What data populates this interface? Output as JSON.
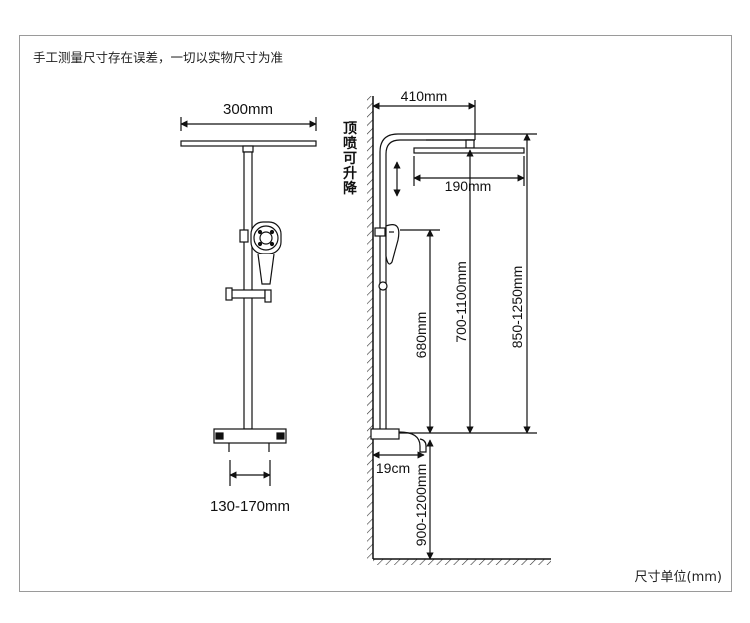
{
  "note": "手工测量尺寸存在误差，一切以实物尺寸为准",
  "unit_label": "尺寸单位(mm)",
  "front": {
    "top_width": "300mm",
    "bottom_width": "130-170mm"
  },
  "side": {
    "vertical_label": [
      "顶",
      "喷",
      "可",
      "升",
      "降"
    ],
    "arm_length": "410mm",
    "head_width": "190mm",
    "handheld_height": "680mm",
    "arm_height_range": "700-1100mm",
    "head_height_range": "850-1250mm",
    "spout_length": "19cm",
    "install_height": "900-1200mm"
  }
}
